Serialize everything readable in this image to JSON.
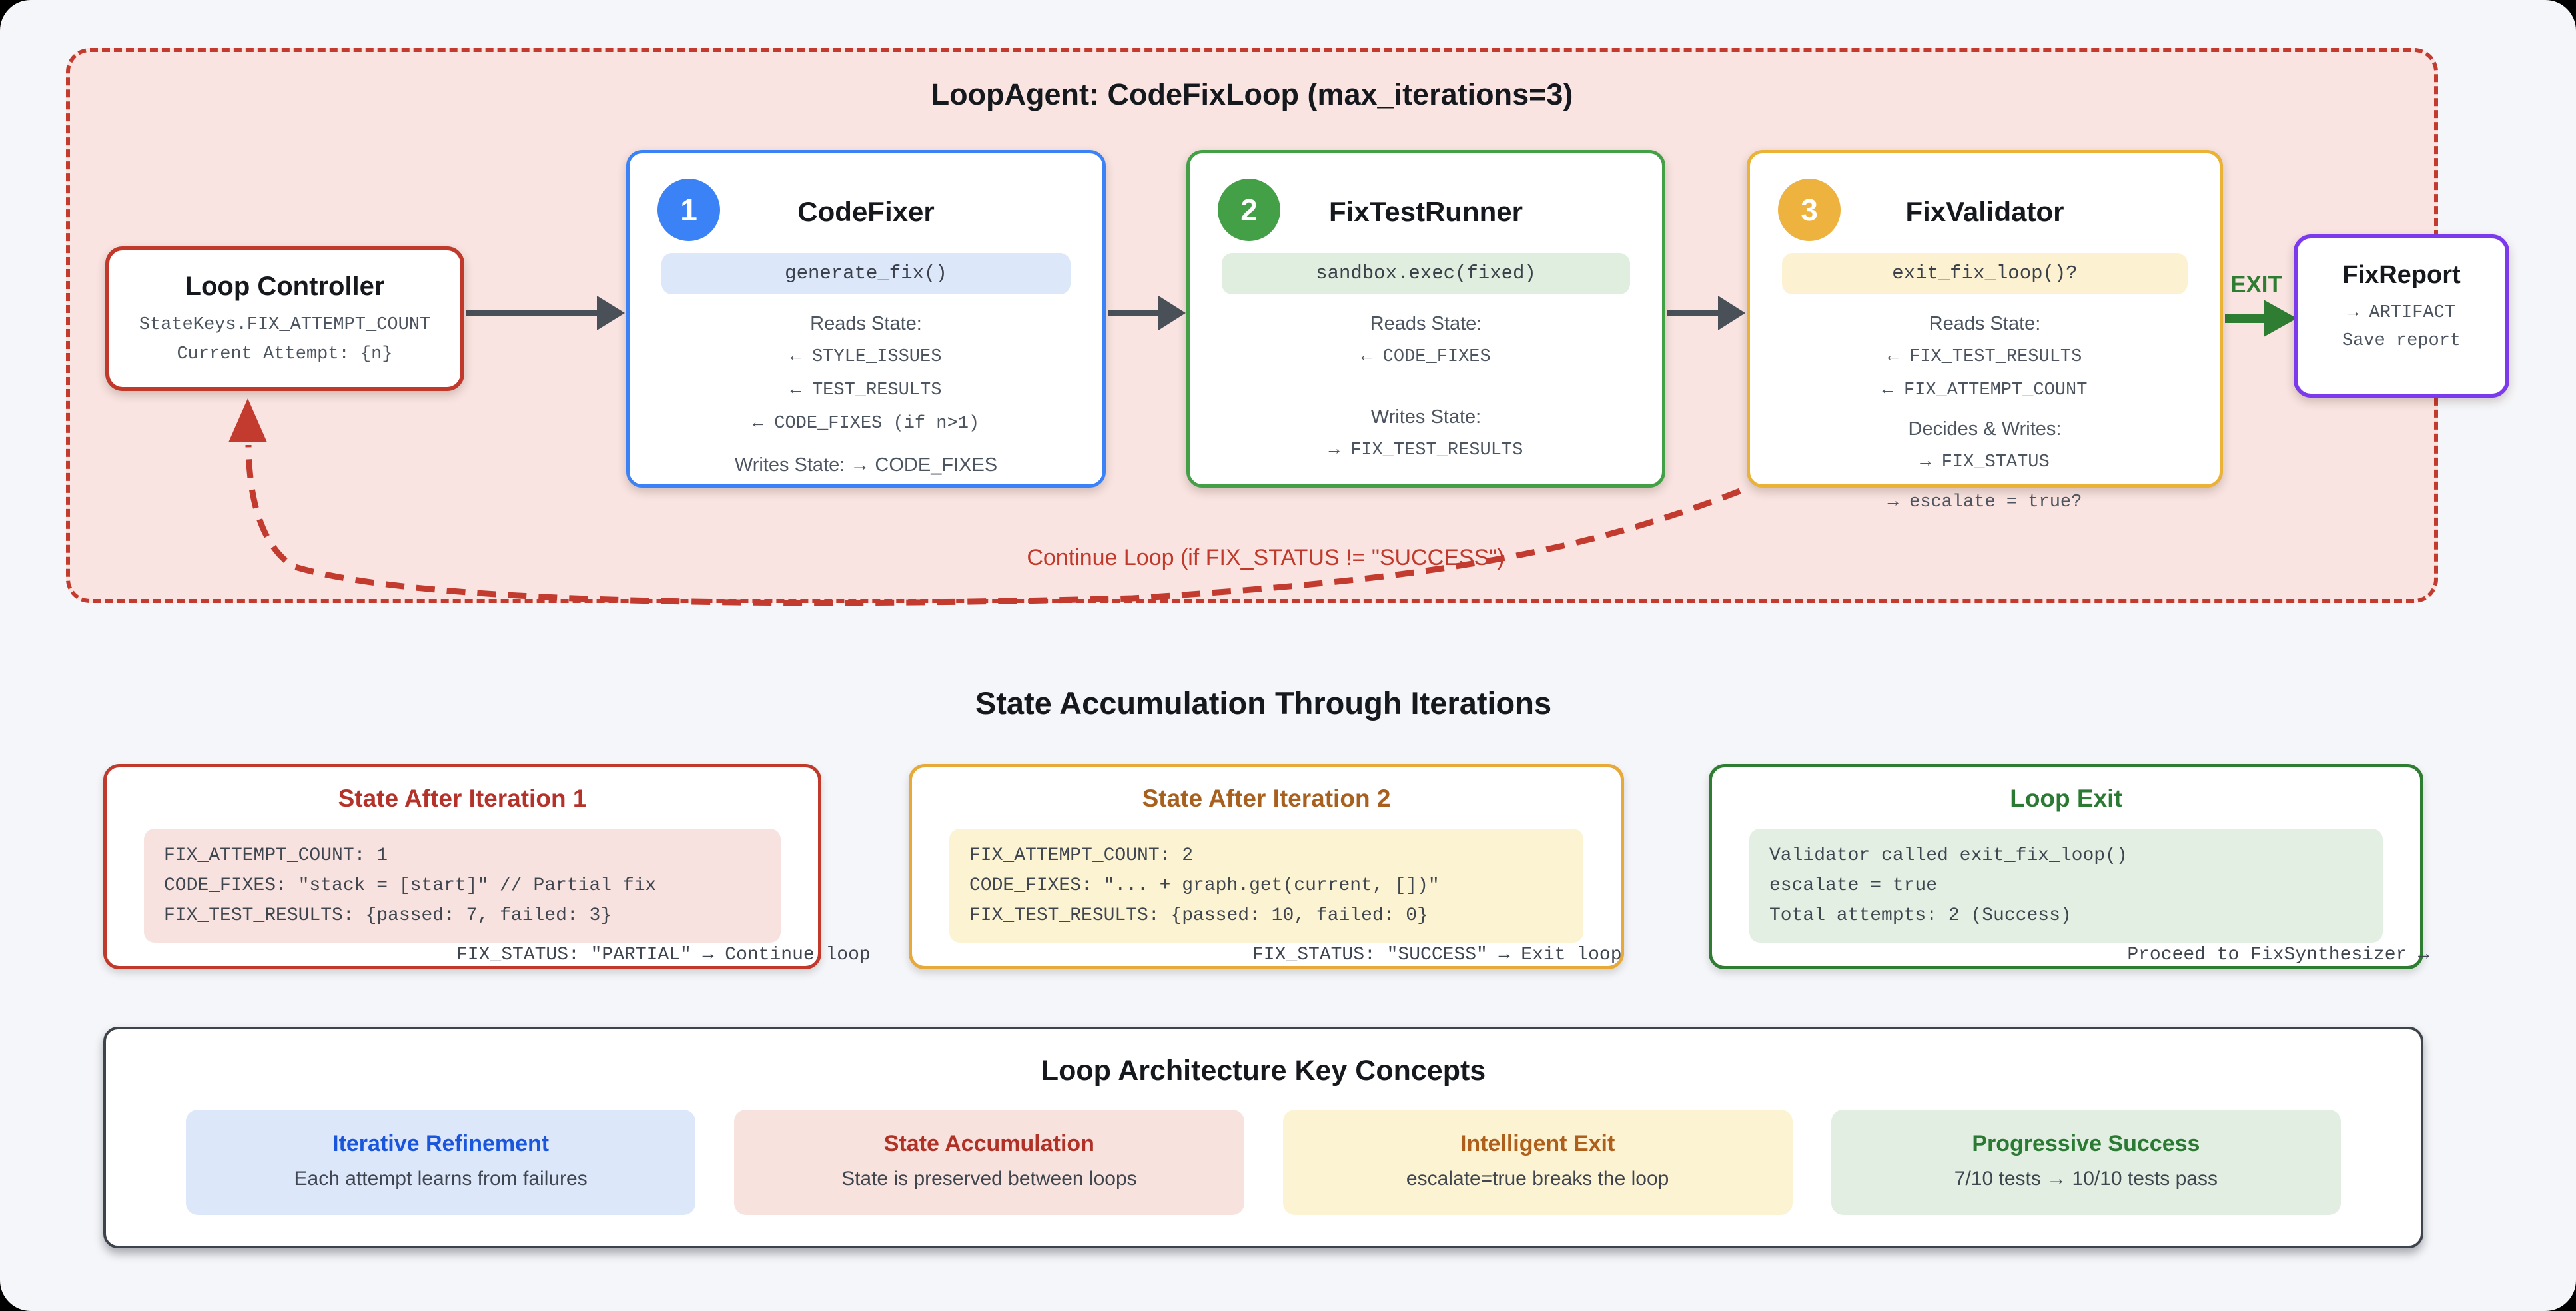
{
  "loop": {
    "title": "LoopAgent: CodeFixLoop (max_iterations=3)",
    "controller": {
      "title": "Loop Controller",
      "lines": [
        "StateKeys.FIX_ATTEMPT_COUNT",
        "Current Attempt: {n}"
      ]
    },
    "agents": [
      {
        "badge": "1",
        "name": "CodeFixer",
        "pill": "generate_fix()",
        "reads_title": "Reads State:",
        "reads": [
          "← STYLE_ISSUES",
          "← TEST_RESULTS",
          "← CODE_FIXES (if n>1)"
        ],
        "writes_line": "Writes State: → CODE_FIXES"
      },
      {
        "badge": "2",
        "name": "FixTestRunner",
        "pill": "sandbox.exec(fixed)",
        "reads_title": "Reads State:",
        "reads": [
          "← CODE_FIXES"
        ],
        "writes_title": "Writes State:",
        "writes": [
          "→ FIX_TEST_RESULTS"
        ]
      },
      {
        "badge": "3",
        "name": "FixValidator",
        "pill": "exit_fix_loop()?",
        "reads_title": "Reads State:",
        "reads": [
          "← FIX_TEST_RESULTS",
          "← FIX_ATTEMPT_COUNT"
        ],
        "writes_title": "Decides & Writes:",
        "writes": [
          "→ FIX_STATUS",
          "→ escalate = true?"
        ]
      }
    ],
    "exit_label": "EXIT",
    "report": {
      "title": "FixReport",
      "lines": [
        "→ ARTIFACT",
        "Save report"
      ]
    },
    "continue_label": "Continue Loop (if FIX_STATUS != \"SUCCESS\")"
  },
  "state_section": {
    "title": "State Accumulation Through Iterations",
    "cards": [
      {
        "title": "State After Iteration 1",
        "code": [
          "FIX_ATTEMPT_COUNT: 1",
          "CODE_FIXES: \"stack = [start]\" // Partial fix",
          "FIX_TEST_RESULTS: {passed: 7, failed: 3}"
        ],
        "overflow": "FIX_STATUS: \"PARTIAL\" → Continue loop"
      },
      {
        "title": "State After Iteration 2",
        "code": [
          "FIX_ATTEMPT_COUNT: 2",
          "CODE_FIXES: \"... + graph.get(current, [])\"",
          "FIX_TEST_RESULTS: {passed: 10, failed: 0}"
        ],
        "overflow": "FIX_STATUS: \"SUCCESS\" → Exit loop"
      },
      {
        "title": "Loop Exit",
        "code": [
          "Validator called exit_fix_loop()",
          "escalate = true",
          "Total attempts: 2 (Success)"
        ],
        "overflow": "Proceed to FixSynthesizer →"
      }
    ]
  },
  "concepts": {
    "title": "Loop Architecture Key Concepts",
    "items": [
      {
        "title": "Iterative Refinement",
        "desc": "Each attempt learns from failures"
      },
      {
        "title": "State Accumulation",
        "desc": "State is preserved between loops"
      },
      {
        "title": "Intelligent Exit",
        "desc": "escalate=true breaks the loop"
      },
      {
        "title": "Progressive Success",
        "desc": "7/10 tests → 10/10 tests pass"
      }
    ]
  },
  "colors": {
    "red": "#c0392b",
    "blue": "#3b82f6",
    "green": "#43a047",
    "amber": "#eab237",
    "purple": "#7c3aed",
    "exit_green": "#2e7d32",
    "container_bg": "#f9e4e1",
    "page_bg": "#f5f6f9"
  }
}
